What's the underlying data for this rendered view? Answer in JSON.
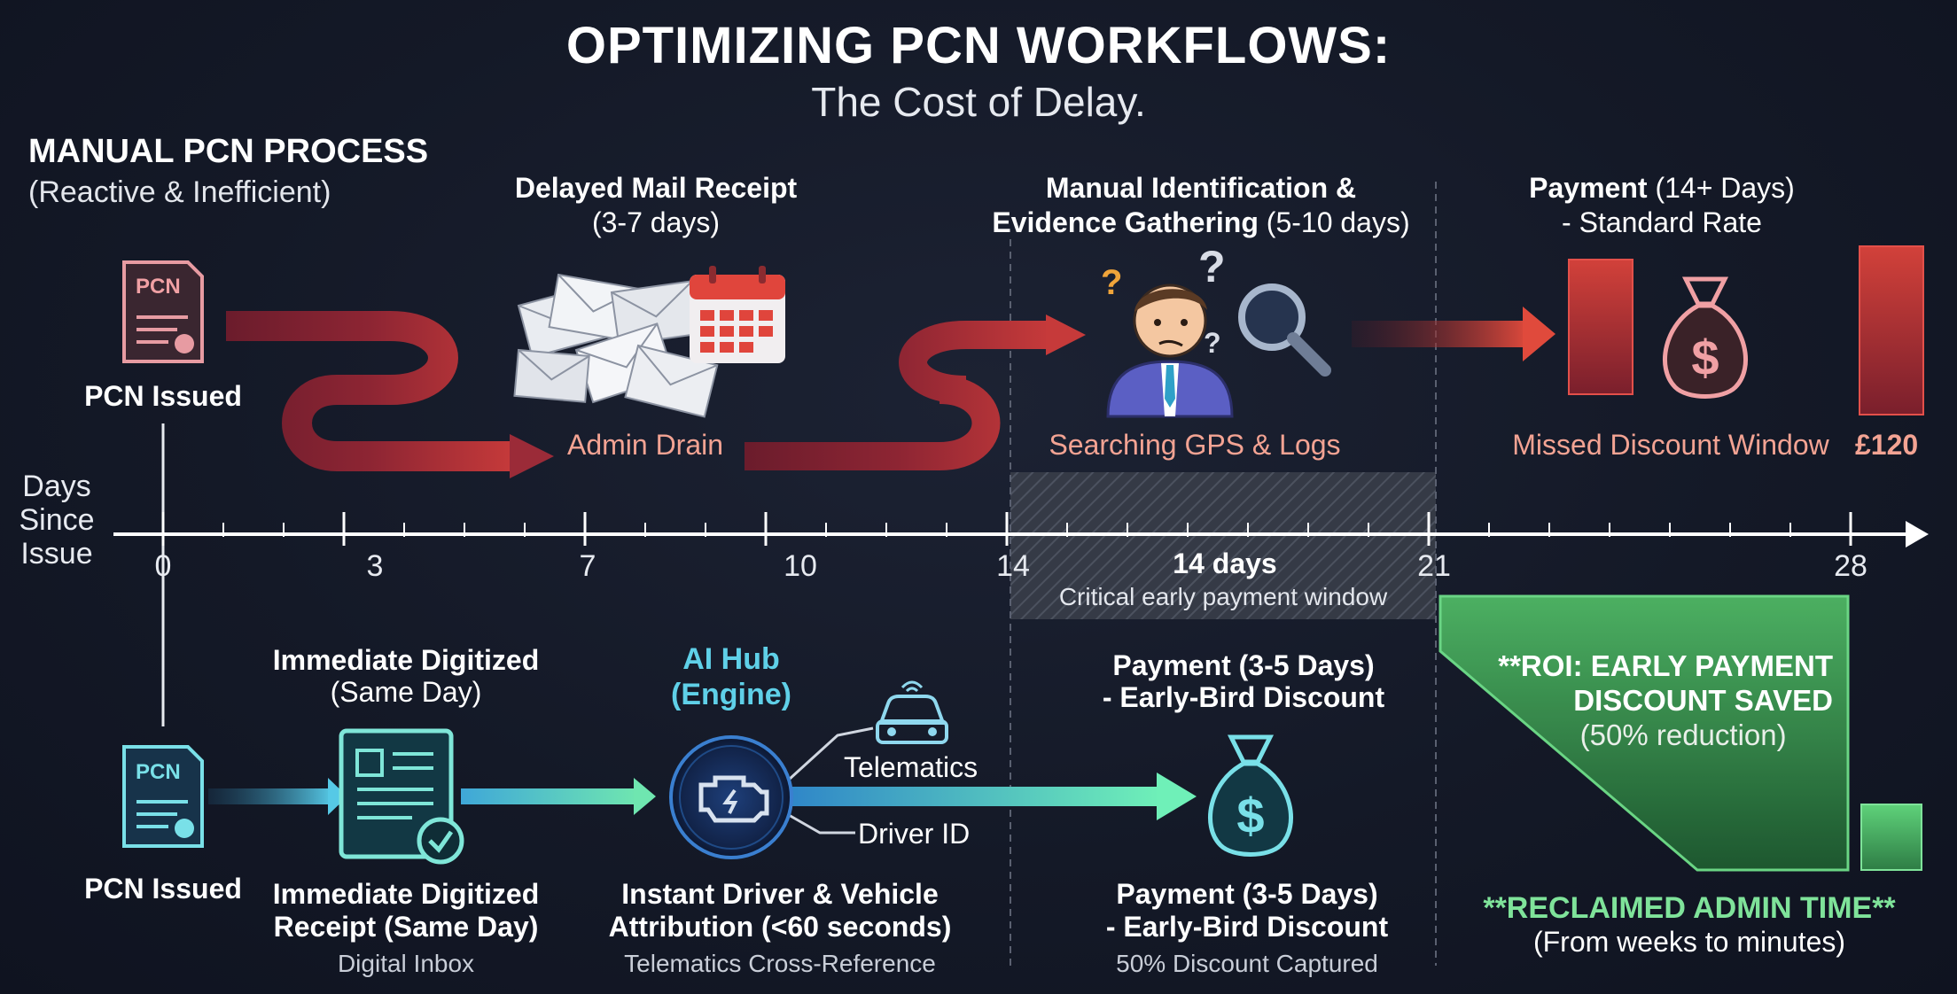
{
  "header": {
    "title": "OPTIMIZING PCN WORKFLOWS:",
    "subtitle": "The Cost of Delay."
  },
  "manual": {
    "heading": "MANUAL PCN PROCESS",
    "subheading": "(Reactive & Inefficient)",
    "issued_label": "PCN Issued",
    "pcn_badge": "PCN",
    "step1_title": "Delayed Mail Receipt",
    "step1_detail": "(3-7 days)",
    "step1_caption": "Admin Drain",
    "step2_title_line1": "Manual Identification &",
    "step2_title_line2_bold": "Evidence Gathering",
    "step2_title_line2_rest": " (5-10 days)",
    "step2_caption": "Searching GPS & Logs",
    "step3_title_bold": "Payment",
    "step3_title_rest": " (14+ Days)",
    "step3_detail": "- Standard Rate",
    "step3_caption": "Missed Discount Window",
    "penalty_amount": "£120"
  },
  "timeline": {
    "axis_label_line1": "Days",
    "axis_label_line2": "Since",
    "axis_label_line3": "Issue",
    "ticks": [
      "0",
      "3",
      "7",
      "10",
      "14",
      "21",
      "28"
    ],
    "window_title": "14 days",
    "window_caption": "Critical early payment window"
  },
  "automated": {
    "issued_label": "PCN Issued",
    "pcn_badge": "PCN",
    "digitized_top_line1": "Immediate Digitized",
    "digitized_top_line2": "(Same Day)",
    "digitized_bottom_line1": "Immediate Digitized",
    "digitized_bottom_line2": "Receipt (Same Day)",
    "digitized_caption": "Digital Inbox",
    "hub_line1": "AI Hub",
    "hub_line2": "(Engine)",
    "telematics_label": "Telematics",
    "driver_id_label": "Driver ID",
    "attribution_line1": "Instant Driver & Vehicle",
    "attribution_line2": "Attribution (<60 seconds)",
    "attribution_caption": "Telematics Cross-Reference",
    "payment_top_line1": "Payment (3-5 Days)",
    "payment_top_line2": "- Early-Bird Discount",
    "payment_bottom_line1": "Payment (3-5 Days)",
    "payment_bottom_line2": "- Early-Bird Discount",
    "payment_caption": "50% Discount Captured",
    "roi_line1": "**ROI: EARLY PAYMENT",
    "roi_line2": "DISCOUNT SAVED",
    "roi_line3": "(50% reduction)",
    "reclaimed_title": "**RECLAIMED ADMIN TIME**",
    "reclaimed_caption": "(From weeks to minutes)"
  },
  "colors": {
    "manual_path": "#8a2434",
    "manual_arrow": "#d2413a",
    "auto_path": "#3fc0d8",
    "auto_accent": "#6fe6a8",
    "roi_green": "#3f9d56",
    "icon_pink": "#f0a0a4",
    "icon_teal": "#79e0e8"
  }
}
